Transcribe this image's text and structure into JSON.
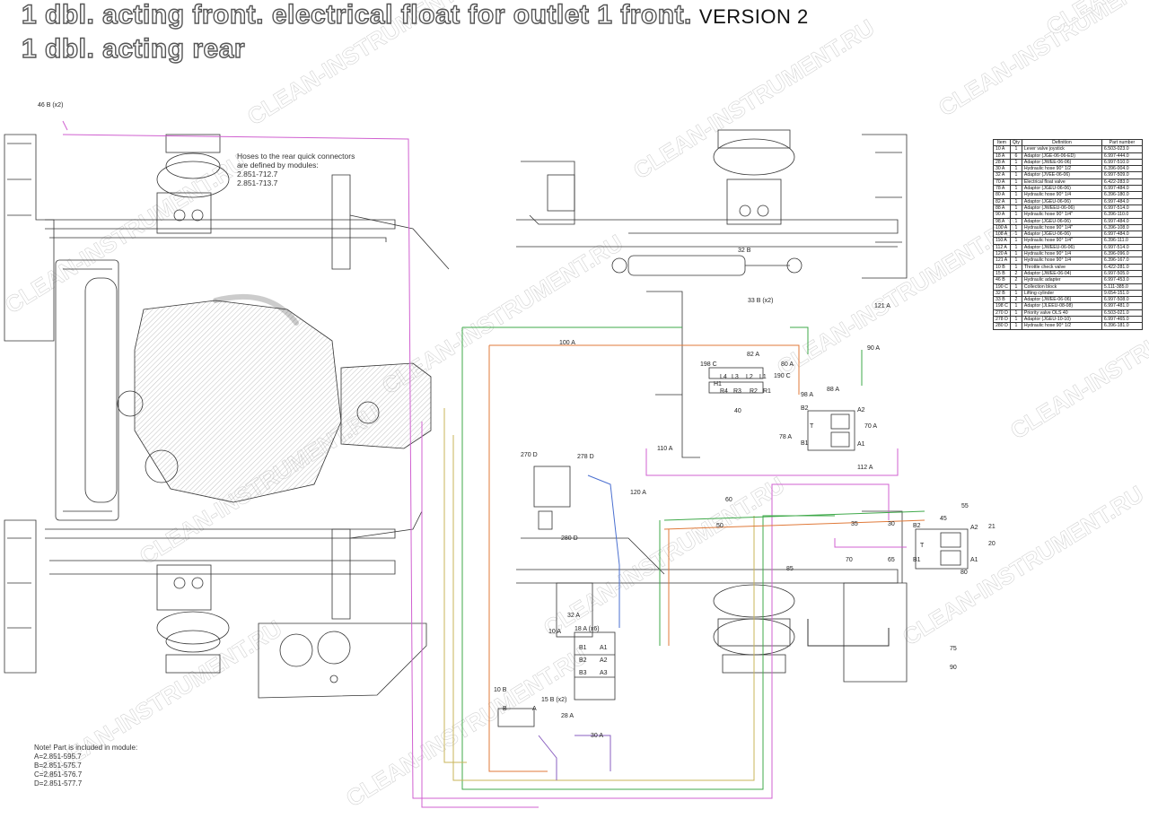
{
  "title": {
    "line1": "1 dbl. acting front. electrical float for outlet 1 front.",
    "version": "VERSION 2",
    "line2": "1 dbl. acting rear"
  },
  "hoses_note": {
    "line1": "Hoses to the rear quick connectors",
    "line2": "are defined by modules:",
    "line3": "2.851-712.7",
    "line4": "2.851-713.7"
  },
  "module_note": {
    "heading": "Note! Part is included in module:",
    "a": "A=2.851-595.7",
    "b": "B=2.851-575.7",
    "c": "C=2.851-576.7",
    "d": "D=2.851-577.7"
  },
  "watermark": "CLEAN-INSTRUMENT.RU",
  "bom": {
    "headers": [
      "Item",
      "Qty",
      "Definition",
      "Part number"
    ],
    "rows": [
      [
        "10 A",
        "1",
        "Lever valve joystick",
        "6.503-023.0"
      ],
      [
        "18 A",
        "6",
        "Adaptor (JGE-06-06-ED)",
        "6.997-444.0"
      ],
      [
        "28 A",
        "1",
        "Adaptor (JWEE-06-06)",
        "6.997-510.0"
      ],
      [
        "30 A",
        "1",
        "Hydraulic hose 90° 1/2",
        "6.396-004.0"
      ],
      [
        "32 A",
        "1",
        "Adaptor (JVEE-06-06)",
        "6.997-509.0"
      ],
      [
        "70 A",
        "1",
        "Electrical float valve",
        "6.422-283.0"
      ],
      [
        "78 A",
        "1",
        "Adaptor (JGEU-06-06)",
        "6.997-484.0"
      ],
      [
        "80 A",
        "1",
        "Hydraulic hose 90° 1/4",
        "6.396-180.0"
      ],
      [
        "82 A",
        "1",
        "Adaptor (JGEU-06-06)",
        "6.997-484.0"
      ],
      [
        "88 A",
        "1",
        "Adaptor (JWEEU-06-06)",
        "6.997-514.0"
      ],
      [
        "90 A",
        "1",
        "Hydraulic hose 90° 1/4\"",
        "6.396-110.0"
      ],
      [
        "98 A",
        "1",
        "Adaptor (JGEU-06-06)",
        "6.997-484.0"
      ],
      [
        "100 A",
        "1",
        "Hydraulic hose 90° 1/4\"",
        "6.396-108.0"
      ],
      [
        "108 A",
        "1",
        "Adaptor (JGEU-06-06)",
        "6.997-484.0"
      ],
      [
        "110 A",
        "1",
        "Hydraulic hose 90° 1/4\"",
        "6.396-111.0"
      ],
      [
        "112 A",
        "1",
        "Adaptor (JWEEU-06-06)",
        "6.997-514.0"
      ],
      [
        "120 A",
        "1",
        "Hydraulic hose 90° 1/4",
        "6.396-096.0"
      ],
      [
        "121 A",
        "1",
        "Hydraulic hose 90° 1/4",
        "6.396-167.0"
      ],
      [
        "10 B",
        "1",
        "Throttle check valve",
        "6.422-281.0"
      ],
      [
        "15 B",
        "2",
        "Adaptor (JWEE-06-04)",
        "6.997-505.0"
      ],
      [
        "46 B",
        "2",
        "Hydraulic adapter",
        "6.997-453.0"
      ],
      [
        "190 C",
        "1",
        "Collection block",
        "5.111-385.0"
      ],
      [
        "32 B",
        "1",
        "Lifting cylinder",
        "9.654-151.0"
      ],
      [
        "33 B",
        "2",
        "Adaptor (JWEE-06-06)",
        "6.997-508.0"
      ],
      [
        "198 C",
        "1",
        "Adaptor (JLEEU-08-08)",
        "6.997-481.0"
      ],
      [
        "270 D",
        "1",
        "Priority valve OLS 40",
        "6.503-021.0"
      ],
      [
        "278 D",
        "1",
        "Adaptor (JGEU-10-10)",
        "6.997-465.0"
      ],
      [
        "280 D",
        "1",
        "Hydraulic hose 90° 1/2",
        "6.396-181.0"
      ]
    ]
  },
  "callouts": {
    "c46b": "46 B (x2)",
    "c32b": "32 B",
    "c33b": "33 B (x2)",
    "c121a": "121 A",
    "c100a": "100 A",
    "c90a": "90 A",
    "c82a": "82 A",
    "c80a": "80 A",
    "c198c": "198 C",
    "c190c": "190 C",
    "c98a": "98 A",
    "c88a": "88 A",
    "c70a": "70 A",
    "c78a": "78 A",
    "c40": "40",
    "c110a": "110 A",
    "c112a": "112 A",
    "c120a": "120 A",
    "c270d": "270 D",
    "c278d": "278 D",
    "c280d": "280 D",
    "c60": "60",
    "c50": "50",
    "c35": "35",
    "c30": "30",
    "c55": "55",
    "c45": "45",
    "c21": "21",
    "c20": "20",
    "c65": "65",
    "c70": "70",
    "c85": "85",
    "c80": "80",
    "c75": "75",
    "c90": "90",
    "c32a": "32 A",
    "c10a": "10 A",
    "c18a": "18 A (x6)",
    "c10b": "10 B",
    "c15b": "15 B (x2)",
    "c28a": "28 A",
    "c30a": "30 A",
    "valve_ports": {
      "l4": "L4",
      "l3": "L3",
      "l2": "L2",
      "l1": "L1",
      "h1": "H1",
      "r4": "R4",
      "r3": "R3",
      "r2": "R2",
      "r1": "R1",
      "b2": "B2",
      "a2": "A2",
      "b1": "B1",
      "a1": "A1",
      "t": "T"
    },
    "joystick_ports": {
      "a1": "A1",
      "b1": "B1",
      "a2": "A2",
      "b2": "B2",
      "a3": "A3",
      "b3": "B3"
    },
    "throttle_ports": {
      "a": "A",
      "b": "B"
    }
  },
  "colors": {
    "pink": "#d060d0",
    "green": "#3fa94a",
    "orange": "#e07a3a",
    "yellow": "#c8b45a",
    "purple": "#8a5fc0",
    "blue": "#4a6fd0",
    "line": "#333333"
  }
}
